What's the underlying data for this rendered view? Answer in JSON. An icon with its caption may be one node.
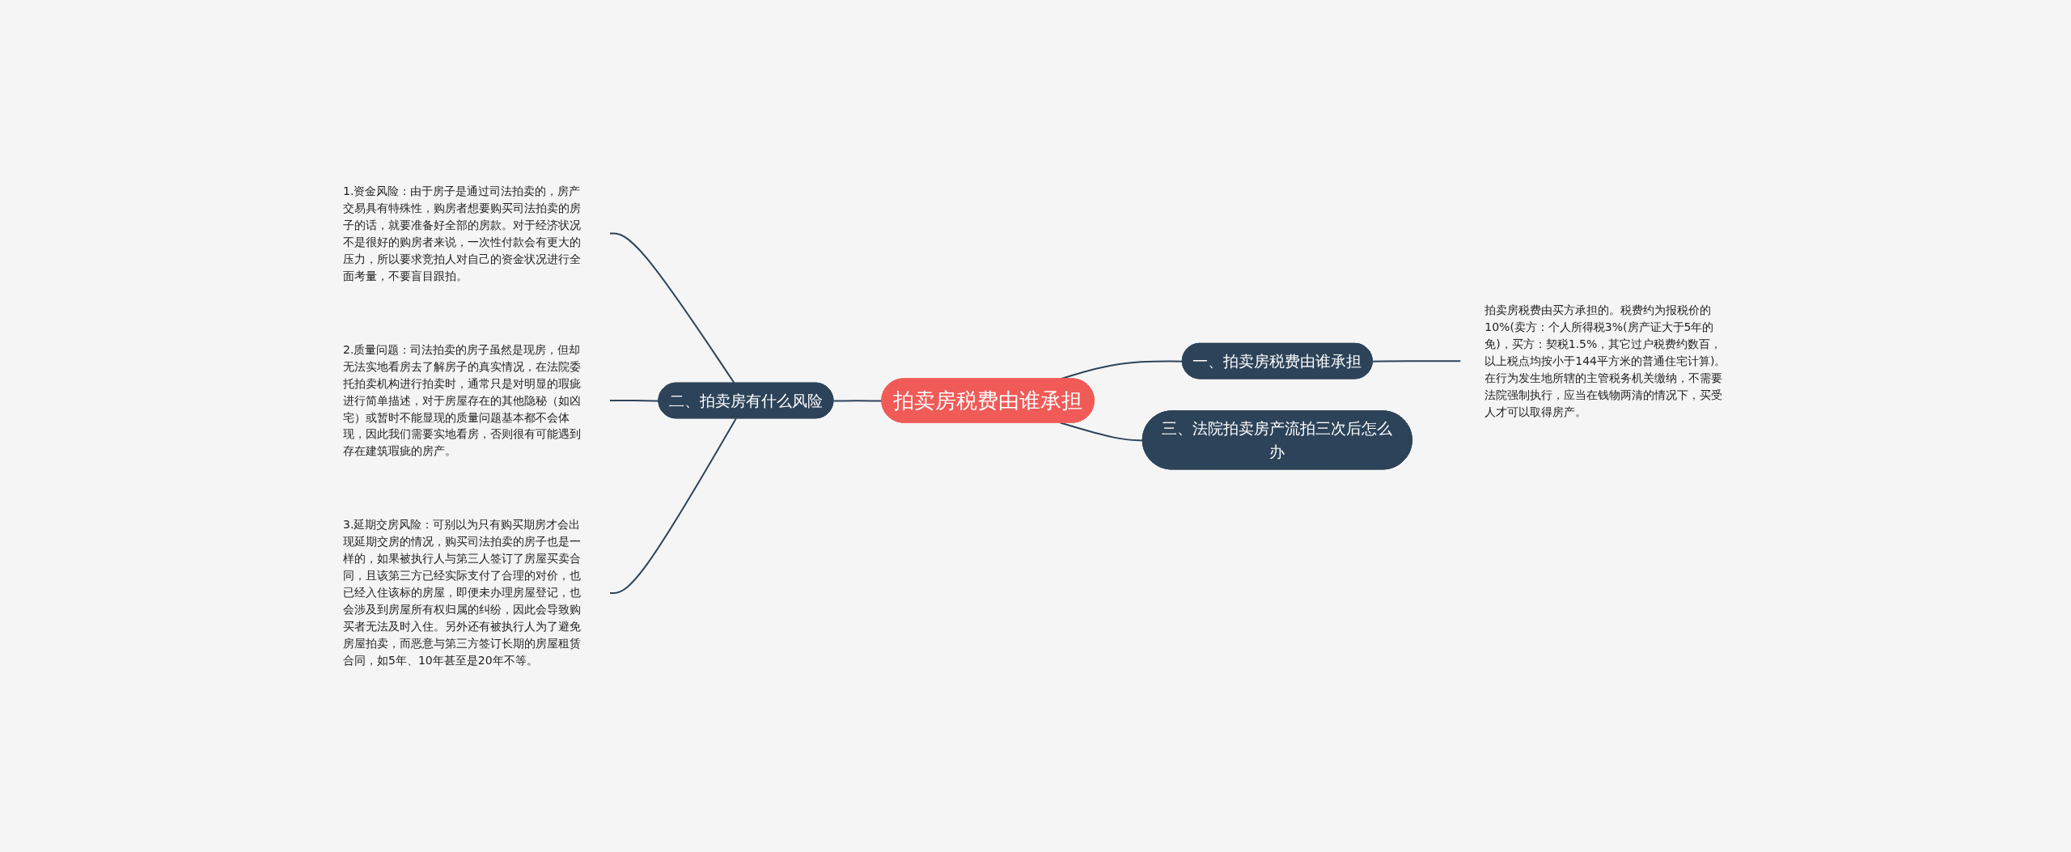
{
  "diagram": {
    "nodes": [
      {
        "text": [
          "拍卖房税费由谁承担"
        ]
      },
      {
        "text": [
          "一、拍卖房税费由谁承担"
        ]
      },
      {
        "text": [
          "拍卖房税费由买方承担的。税费约为报税价的10%(卖方：个人所得税3%(房产证大于5年的免)，买方：契税1.5%，其它过户税费约数百，以上税点均按小于144平方米的普通住宅计算)。在行为发生地所辖的主管税务机关缴纳，不需要法院强制执行，应当在钱物两清的情况下，买受人才可以取得房产。"
        ]
      },
      {
        "text": [
          "三、法院拍卖房产流拍三次后怎么办"
        ]
      },
      {
        "text": [
          "二、拍卖房有什么风险"
        ]
      },
      {
        "text": [
          "1.资金风险：由于房子是通过司法拍卖的，房产交易具有特殊性，购房者想要购买司法拍卖的房子的话，就要准备好全部的房款。对于经济状况不是很好的购房者来说，一次性付款会有更大的压力，所以要求竞拍人对自己的资金状况进行全面考量，不要盲目跟拍。"
        ]
      },
      {
        "text": [
          "2.质量问题：司法拍卖的房子虽然是现房，但却无法实地看房去了解房子的真实情况，在法院委托拍卖机构进行拍卖时，通常只是对明显的瑕疵进行简单描述，对于房屋存在的其他隐秘（如凶宅）或暂时不能显现的质量问题基本都不会体现，因此我们需要实地看房，否则很有可能遇到存在建筑瑕疵的房产。"
        ]
      },
      {
        "text": [
          "3.延期交房风险：可别以为只有购买期房才会出现延期交房的情况，购买司法拍卖的房子也是一样的，如果被执行人与第三人签订了房屋买卖合同，且该第三方已经实际支付了合理的对价，也已经入住该标的房屋，即便未办理房屋登记，也会涉及到房屋所有权归属的纠纷，因此会导致购买者无法及时入住。另外还有被执行人为了避免房屋拍卖，而恶意与第三方签订长期的房屋租赁合同，如5年、10年甚至是20年不等。"
        ]
      }
    ],
    "edges": [
      {
        "from": 0,
        "to": 1,
        "arrow": "none"
      },
      {
        "from": 1,
        "to": 2,
        "arrow": "none"
      },
      {
        "from": 0,
        "to": 3,
        "arrow": "none"
      },
      {
        "from": 0,
        "to": 4,
        "arrow": "none"
      },
      {
        "from": 4,
        "to": 5,
        "arrow": "none"
      },
      {
        "from": 4,
        "to": 6,
        "arrow": "none"
      },
      {
        "from": 4,
        "to": 7,
        "arrow": "none"
      }
    ]
  }
}
